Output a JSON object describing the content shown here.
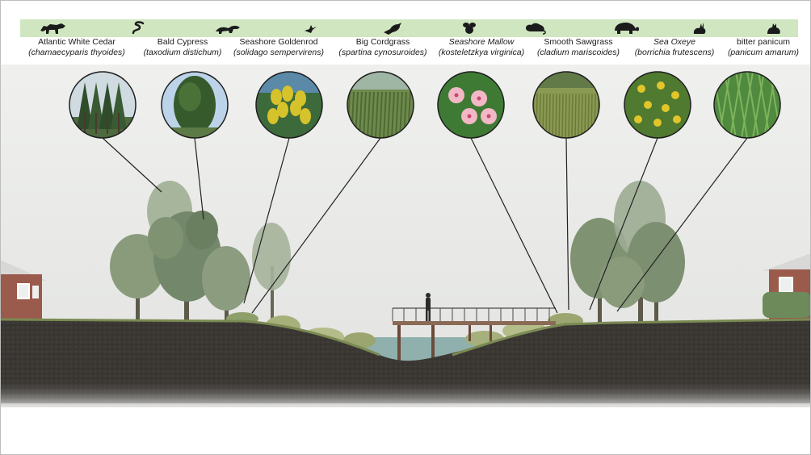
{
  "species": [
    {
      "common": "Atlantic White Cedar",
      "scientific": "(chamaecyparis thyoides)",
      "italic": false,
      "animal": "raccoon-icon",
      "photo": "cedar"
    },
    {
      "common": "Bald Cypress",
      "scientific": "(taxodium distichum)",
      "italic": false,
      "animal": "snake-icon",
      "photo": "cypress"
    },
    {
      "common": "Seashore Goldenrod",
      "scientific": "(solidago sempervirens)",
      "italic": false,
      "animal": "mink-icon",
      "photo": "goldenrod"
    },
    {
      "common": "Big Cordgrass",
      "scientific": "(spartina cynosuroides)",
      "italic": false,
      "animal": "bird-icon",
      "photo": "cordgrass"
    },
    {
      "common": "Seashore Mallow",
      "scientific": "(kosteletzkya virginica)",
      "italic": true,
      "animal": "bee-icon",
      "photo": "mallow"
    },
    {
      "common": "Smooth Sawgrass",
      "scientific": "(cladium mariscoides)",
      "italic": false,
      "animal": "mouse-icon",
      "photo": "sawgrass"
    },
    {
      "common": "Sea Oxeye",
      "scientific": "(borrichia frutescens)",
      "italic": true,
      "animal": "turtle-icon",
      "photo": "oxeye"
    },
    {
      "common": "bitter panicum",
      "scientific": "(panicum amarum)",
      "italic": false,
      "animal": "rabbit-icon",
      "photo": "panicum"
    }
  ],
  "extra_animals": [
    "hummingbird-icon",
    "fox-icon"
  ],
  "colors": {
    "band": "#cfe6c0",
    "sky": "#e6e7e5",
    "soil": "#3b3834",
    "water": "#8fb0ad",
    "tree": "#7f9272",
    "house": "#9a5a4c",
    "grass": "#a6b07a"
  }
}
